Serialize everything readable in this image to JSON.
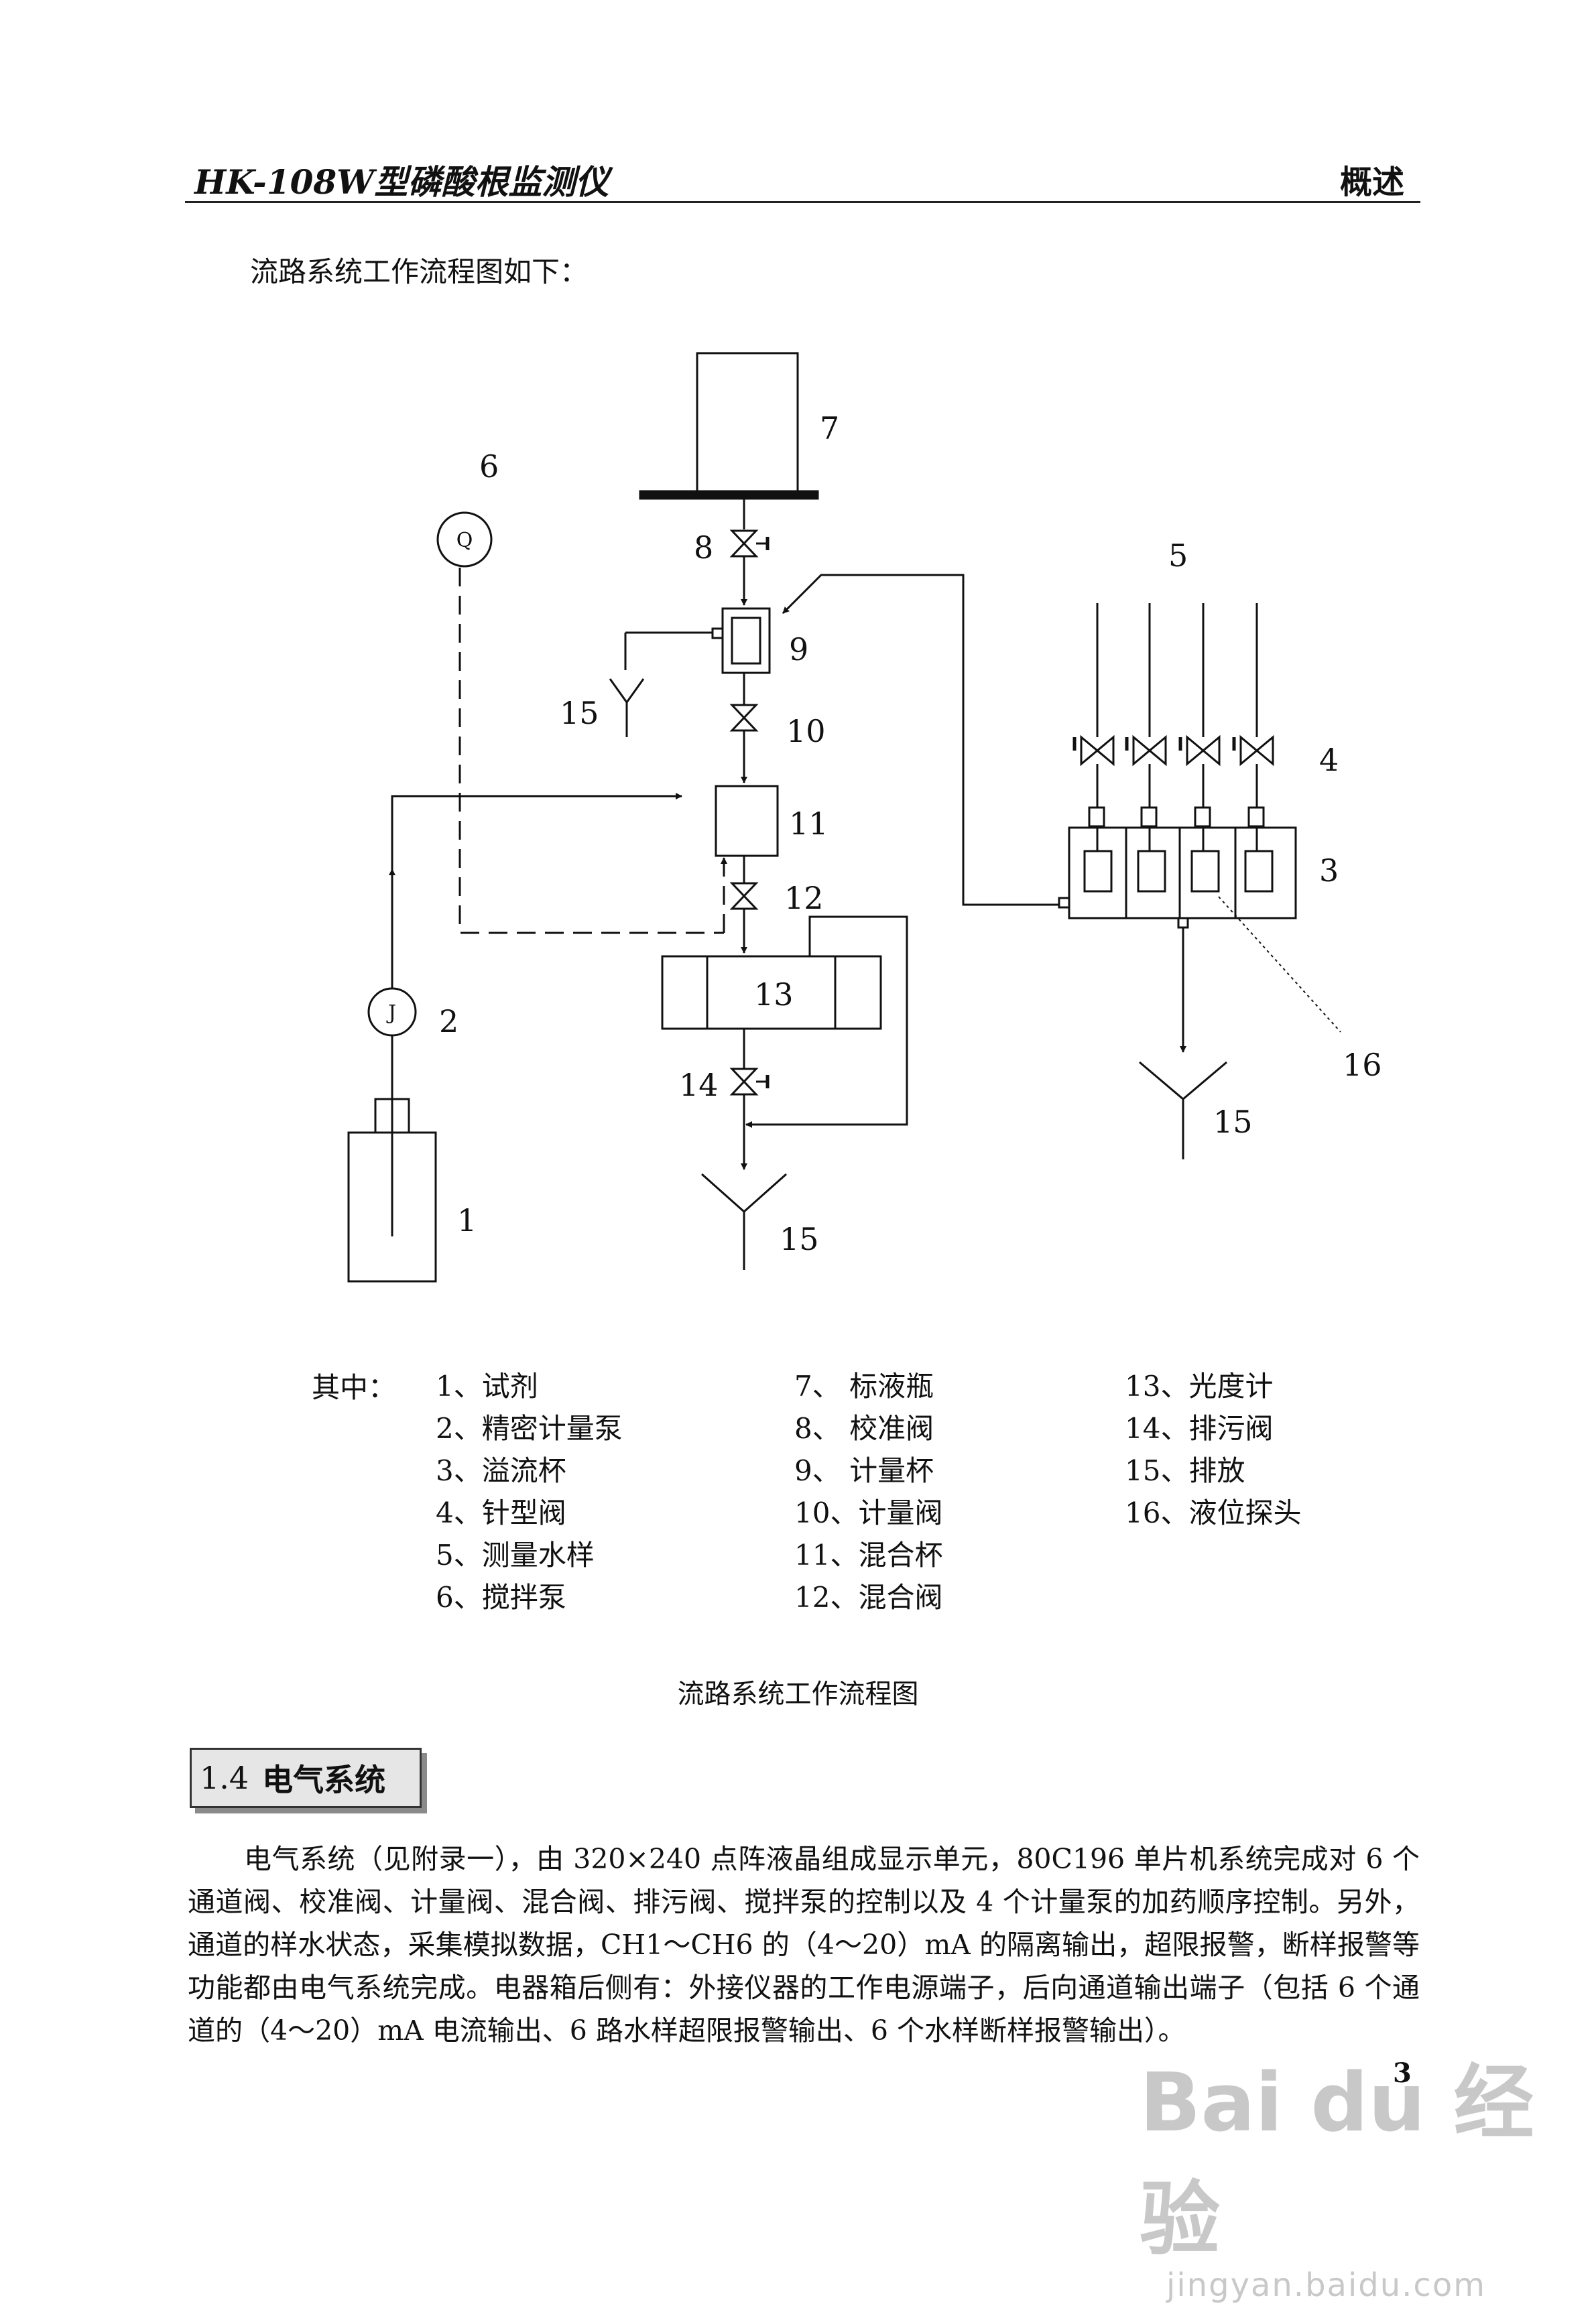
{
  "header": {
    "title": "HK-108W型磷酸根监测仪",
    "section": "概述"
  },
  "intro": "流路系统工作流程图如下：",
  "diagram_labels": {
    "l1": "1",
    "l2": "2",
    "l3": "3",
    "l4": "4",
    "l5": "5",
    "l6": "6",
    "l7": "7",
    "l8": "8",
    "l9": "9",
    "l10": "10",
    "l11": "11",
    "l12": "12",
    "l13": "13",
    "l14": "14",
    "l15a": "15",
    "l15b": "15",
    "l15c": "15",
    "l16": "16",
    "pump_q": "Q",
    "pump_j": "J"
  },
  "legend": {
    "head": "其中：",
    "col1": [
      "1、试剂",
      "2、精密计量泵",
      "3、溢流杯",
      "4、针型阀",
      "5、测量水样",
      "6、搅拌泵"
    ],
    "col2": [
      "7、 标液瓶",
      "8、 校准阀",
      "9、 计量杯",
      "10、计量阀",
      "11、混合杯",
      "12、混合阀"
    ],
    "col3": [
      "13、光度计",
      "14、排污阀",
      "15、排放",
      "16、液位探头"
    ]
  },
  "caption": "流路系统工作流程图",
  "section": {
    "number": "1.4",
    "title": "电气系统"
  },
  "paragraph": "电气系统（见附录一），由 320×240 点阵液晶组成显示单元，80C196 单片机系统完成对 6 个通道阀、校准阀、计量阀、混合阀、排污阀、搅拌泵的控制以及 4 个计量泵的加药顺序控制。另外，通道的样水状态，采集模拟数据，CH1～CH6 的（4～20）mA 的隔离输出，超限报警，断样报警等功能都由电气系统完成。电器箱后侧有：外接仪器的工作电源端子，后向通道输出端子（包括 6 个通道的（4～20）mA 电流输出、6 路水样超限报警输出、6 个水样断样报警输出）。",
  "page_number": "3",
  "watermark": {
    "brand": "Bai du 经验",
    "url": "jingyan.baidu.com"
  }
}
